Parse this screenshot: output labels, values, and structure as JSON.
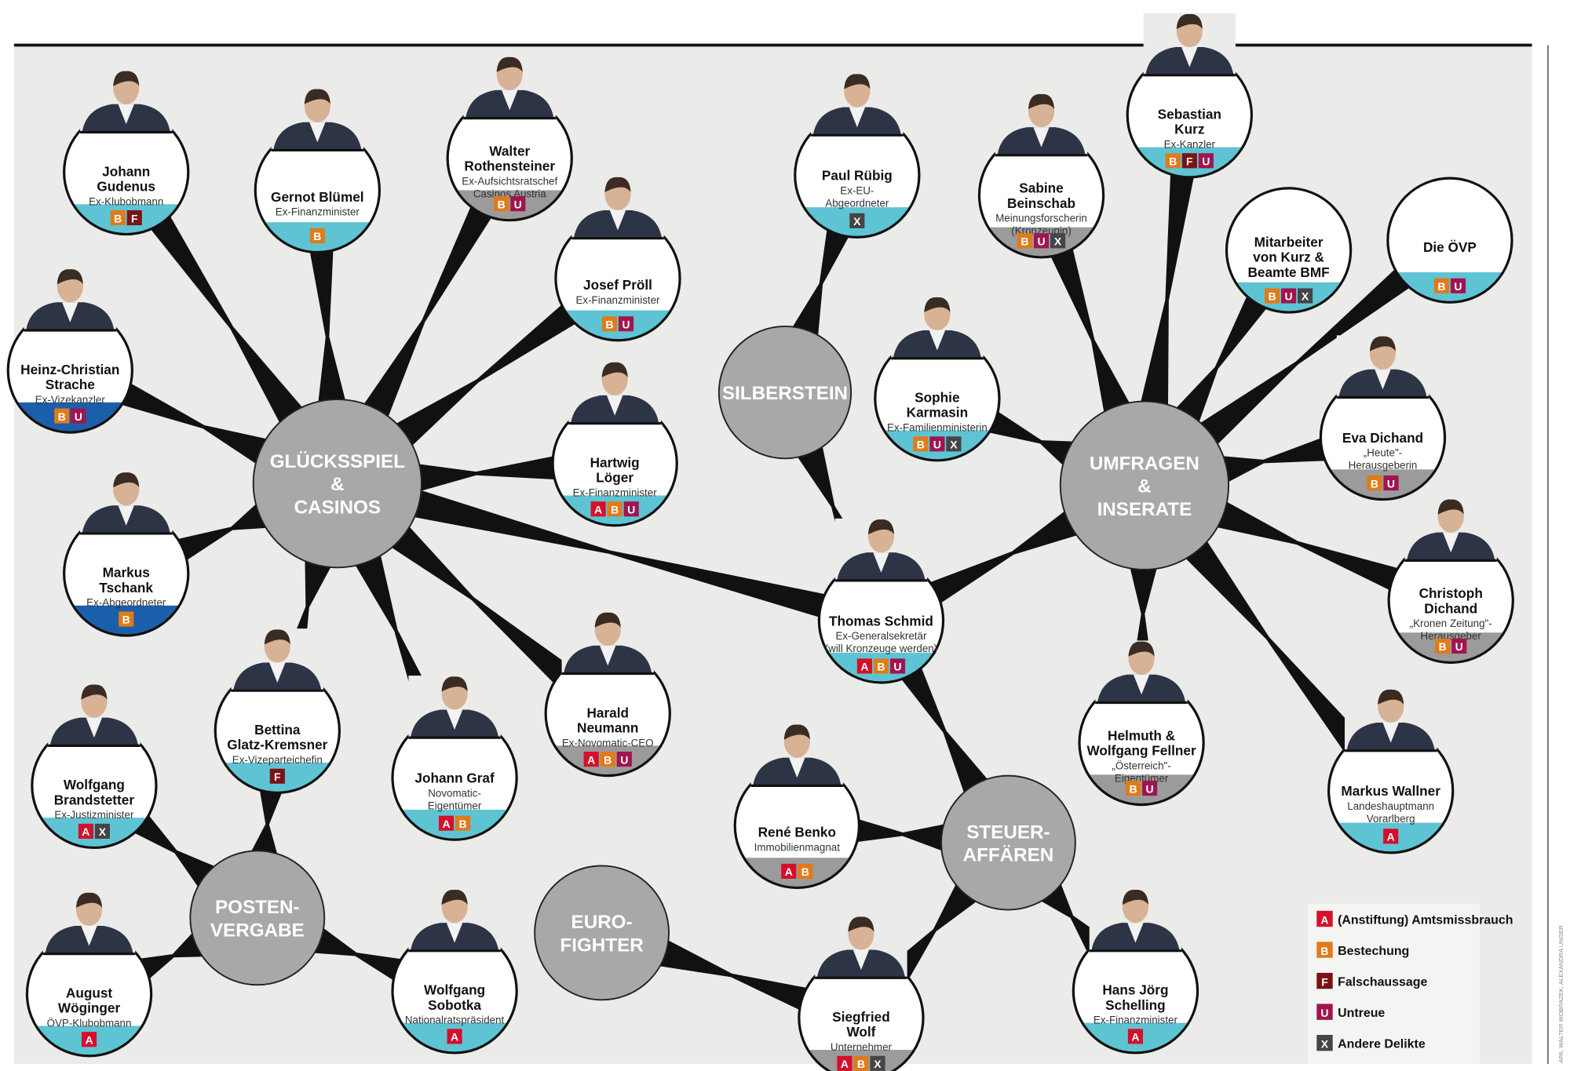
{
  "colors": {
    "A": "#d5102a",
    "B": "#e07b1a",
    "F": "#7a1414",
    "U": "#a0154f",
    "X": "#454545",
    "band_cyan": "#5ec4d4",
    "band_gray": "#9b9b9b",
    "band_blue": "#1b5faa",
    "hub": "#a8a8a8",
    "panel": "#ebebea"
  },
  "hubs": [
    {
      "id": "gluecksspiel",
      "lines": [
        "GLÜCKSSPIEL",
        "&",
        "CASINOS"
      ]
    },
    {
      "id": "silberstein",
      "lines": [
        "SILBERSTEIN"
      ]
    },
    {
      "id": "umfragen",
      "lines": [
        "UMFRAGEN",
        "&",
        "INSERATE"
      ]
    },
    {
      "id": "steuer",
      "lines": [
        "STEUER-",
        "AFFÄREN"
      ]
    },
    {
      "id": "eurofighter",
      "lines": [
        "EURO-",
        "FIGHTER"
      ]
    },
    {
      "id": "posten",
      "lines": [
        "POSTEN-",
        "VERGABE"
      ]
    }
  ],
  "persons": [
    {
      "id": "gudenus",
      "name": [
        "Johann",
        "Gudenus"
      ],
      "role": [
        "Ex-Klubobmann"
      ],
      "band": "cyan",
      "badges": [
        "B",
        "F"
      ]
    },
    {
      "id": "bluemel",
      "name": [
        "Gernot Blümel"
      ],
      "role": [
        "Ex-Finanzminister"
      ],
      "band": "cyan",
      "badges": [
        "B"
      ]
    },
    {
      "id": "rothensteiner",
      "name": [
        "Walter",
        "Rothensteiner"
      ],
      "role": [
        "Ex-Aufsichtsratschef",
        "Casinos Austria"
      ],
      "band": "gray",
      "badges": [
        "B",
        "U"
      ]
    },
    {
      "id": "proell",
      "name": [
        "Josef Pröll"
      ],
      "role": [
        "Ex-Finanzminister"
      ],
      "band": "cyan",
      "badges": [
        "B",
        "U"
      ]
    },
    {
      "id": "strache",
      "name": [
        "Heinz-Christian",
        "Strache"
      ],
      "role": [
        "Ex-Vizekanzler"
      ],
      "band": "blue",
      "badges": [
        "B",
        "U"
      ]
    },
    {
      "id": "loeger",
      "name": [
        "Hartwig",
        "Löger"
      ],
      "role": [
        "Ex-Finanzminister"
      ],
      "band": "cyan",
      "badges": [
        "A",
        "B",
        "U"
      ]
    },
    {
      "id": "tschank",
      "name": [
        "Markus",
        "Tschank"
      ],
      "role": [
        "Ex-Abgeordneter"
      ],
      "band": "blue",
      "badges": [
        "B"
      ]
    },
    {
      "id": "glatz",
      "name": [
        "Bettina",
        "Glatz-Kremsner"
      ],
      "role": [
        "Ex-Vizeparteichefin"
      ],
      "band": "cyan",
      "badges": [
        "F"
      ]
    },
    {
      "id": "graf",
      "name": [
        "Johann Graf"
      ],
      "role": [
        "Novomatic-",
        "Eigentümer"
      ],
      "band": "cyan",
      "badges": [
        "A",
        "B"
      ]
    },
    {
      "id": "neumann",
      "name": [
        "Harald",
        "Neumann"
      ],
      "role": [
        "Ex-Novomatic-CEO"
      ],
      "band": "gray",
      "badges": [
        "A",
        "B",
        "U"
      ]
    },
    {
      "id": "brandstetter",
      "name": [
        "Wolfgang",
        "Brandstetter"
      ],
      "role": [
        "Ex-Justizminister"
      ],
      "band": "cyan",
      "badges": [
        "A",
        "X"
      ]
    },
    {
      "id": "woeginger",
      "name": [
        "August",
        "Wöginger"
      ],
      "role": [
        "ÖVP-Klubobmann"
      ],
      "band": "cyan",
      "badges": [
        "A"
      ]
    },
    {
      "id": "sobotka",
      "name": [
        "Wolfgang",
        "Sobotka"
      ],
      "role": [
        "Nationalratspräsident"
      ],
      "band": "cyan",
      "badges": [
        "A"
      ]
    },
    {
      "id": "ruebig",
      "name": [
        "Paul Rübig"
      ],
      "role": [
        "Ex-EU-",
        "Abgeordneter"
      ],
      "band": "cyan",
      "badges": [
        "X"
      ]
    },
    {
      "id": "beinschab",
      "name": [
        "Sabine",
        "Beinschab"
      ],
      "role": [
        "Meinungsforscherin",
        "(Kronzeugin)"
      ],
      "band": "gray",
      "badges": [
        "B",
        "U",
        "X"
      ]
    },
    {
      "id": "kurz",
      "name": [
        "Sebastian",
        "Kurz"
      ],
      "role": [
        "Ex-Kanzler"
      ],
      "band": "cyan",
      "badges": [
        "B",
        "F",
        "U"
      ]
    },
    {
      "id": "mitarbeiter",
      "name": [
        "Mitarbeiter",
        "von Kurz &",
        "Beamte BMF"
      ],
      "role": [],
      "band": "cyan",
      "badges": [
        "B",
        "U",
        "X"
      ]
    },
    {
      "id": "oevp",
      "name": [
        "Die ÖVP"
      ],
      "role": [],
      "band": "cyan",
      "badges": [
        "B",
        "U"
      ]
    },
    {
      "id": "karmasin",
      "name": [
        "Sophie",
        "Karmasin"
      ],
      "role": [
        "Ex-Familienministerin"
      ],
      "band": "cyan",
      "badges": [
        "B",
        "U",
        "X"
      ]
    },
    {
      "id": "eva",
      "name": [
        "Eva Dichand"
      ],
      "role": [
        "„Heute\"-",
        "Herausgeberin"
      ],
      "band": "gray",
      "badges": [
        "B",
        "U"
      ]
    },
    {
      "id": "christoph",
      "name": [
        "Christoph",
        "Dichand"
      ],
      "role": [
        "„Kronen Zeitung\"-",
        "Herausgeber"
      ],
      "band": "gray",
      "badges": [
        "B",
        "U"
      ]
    },
    {
      "id": "schmid",
      "name": [
        "Thomas Schmid"
      ],
      "role": [
        "Ex-Generalsekretär",
        "(will Kronzeuge werden)"
      ],
      "band": "cyan",
      "badges": [
        "A",
        "B",
        "U"
      ]
    },
    {
      "id": "fellner",
      "name": [
        "Helmuth &",
        "Wolfgang  Fellner"
      ],
      "role": [
        "„Österreich\"-",
        "Eigentümer"
      ],
      "band": "gray",
      "badges": [
        "B",
        "U"
      ]
    },
    {
      "id": "wallner",
      "name": [
        "Markus Wallner"
      ],
      "role": [
        "Landeshauptmann",
        "Vorarlberg"
      ],
      "band": "cyan",
      "badges": [
        "A"
      ]
    },
    {
      "id": "benko",
      "name": [
        "René Benko"
      ],
      "role": [
        "Immobilienmagnat"
      ],
      "band": "gray",
      "badges": [
        "A",
        "B"
      ]
    },
    {
      "id": "wolf",
      "name": [
        "Siegfried",
        "Wolf"
      ],
      "role": [
        "Unternehmer"
      ],
      "band": "gray",
      "badges": [
        "A",
        "B",
        "X"
      ]
    },
    {
      "id": "schelling",
      "name": [
        "Hans Jörg",
        "Schelling"
      ],
      "role": [
        "Ex-Finanzminister"
      ],
      "band": "cyan",
      "badges": [
        "A"
      ]
    }
  ],
  "legend": [
    {
      "code": "A",
      "label": "(Anstiftung) Amtsmissbrauch"
    },
    {
      "code": "B",
      "label": "Bestechung"
    },
    {
      "code": "F",
      "label": "Falschaussage"
    },
    {
      "code": "U",
      "label": "Untreue"
    },
    {
      "code": "X",
      "label": "Andere Delikte"
    }
  ],
  "credit": "APA; WALTER WOBRAZEK, ALEXANDRA UNGER"
}
